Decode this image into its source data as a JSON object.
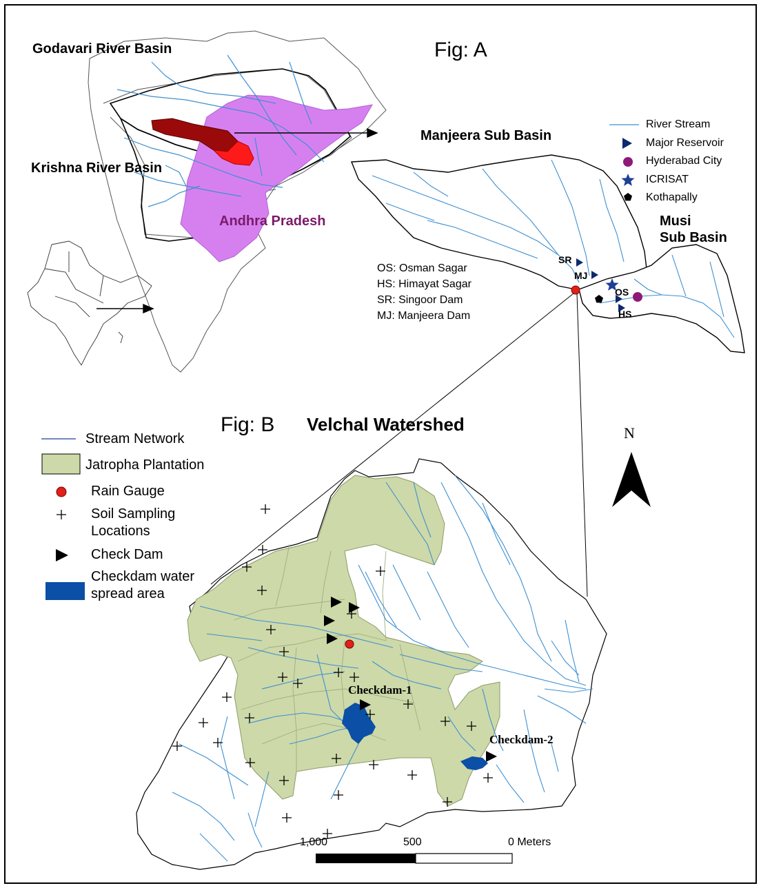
{
  "figA": {
    "title": "Fig: A",
    "labels": {
      "godavari": "Godavari River Basin",
      "krishna": "Krishna River Basin",
      "andhra": "Andhra Pradesh",
      "manjeera": "Manjeera Sub Basin",
      "musi_line1": "Musi",
      "musi_line2": "Sub Basin"
    },
    "legend": [
      {
        "symbol": "line",
        "label": "River Stream",
        "color": "#3d8fd1"
      },
      {
        "symbol": "triangle",
        "label": "Major Reservoir",
        "color": "#0d2a6b"
      },
      {
        "symbol": "circle",
        "label": "Hyderabad City",
        "color": "#8e1a78"
      },
      {
        "symbol": "star",
        "label": "ICRISAT",
        "color": "#1f3f96"
      },
      {
        "symbol": "pentagon",
        "label": "Kothapally",
        "color": "#000000"
      }
    ],
    "abbreviations": [
      "OS: Osman Sagar",
      "HS: Himayat Sagar",
      "SR: Singoor Dam",
      "MJ: Manjeera Dam"
    ],
    "map_codes": {
      "sr": "SR",
      "mj": "MJ",
      "os": "OS",
      "hs": "HS"
    }
  },
  "figB": {
    "fig_label": "Fig: B",
    "title": "Velchal Watershed",
    "legend": [
      {
        "symbol": "line",
        "label": "Stream Network",
        "color": "#1f3f96"
      },
      {
        "symbol": "box",
        "label": "Jatropha Plantation",
        "color": "#cdd9a8"
      },
      {
        "symbol": "circle",
        "label": "Rain Gauge",
        "color": "#e0201a"
      },
      {
        "symbol": "plus",
        "label_line1": "Soil Sampling",
        "label_line2": "Locations"
      },
      {
        "symbol": "triangle",
        "label": "Check Dam",
        "color": "#000000"
      },
      {
        "symbol": "waterbox",
        "label_line1": "Checkdam water",
        "label_line2": "spread area",
        "color": "#0b4fa6"
      }
    ],
    "checkdam1": "Checkdam-1",
    "checkdam2": "Checkdam-2",
    "north": "N",
    "scale": {
      "t1": "1,000",
      "t2": "500",
      "t3": "0 Meters"
    }
  },
  "colors": {
    "river": "#3d8fd1",
    "andhra": "#d680f0",
    "manjeera_dark": "#9b0a0a",
    "manjeera_red": "#ff1a1a",
    "andhra_text": "#7a1a6a",
    "jatropha": "#cdd9a8",
    "water": "#0b4fa6"
  }
}
